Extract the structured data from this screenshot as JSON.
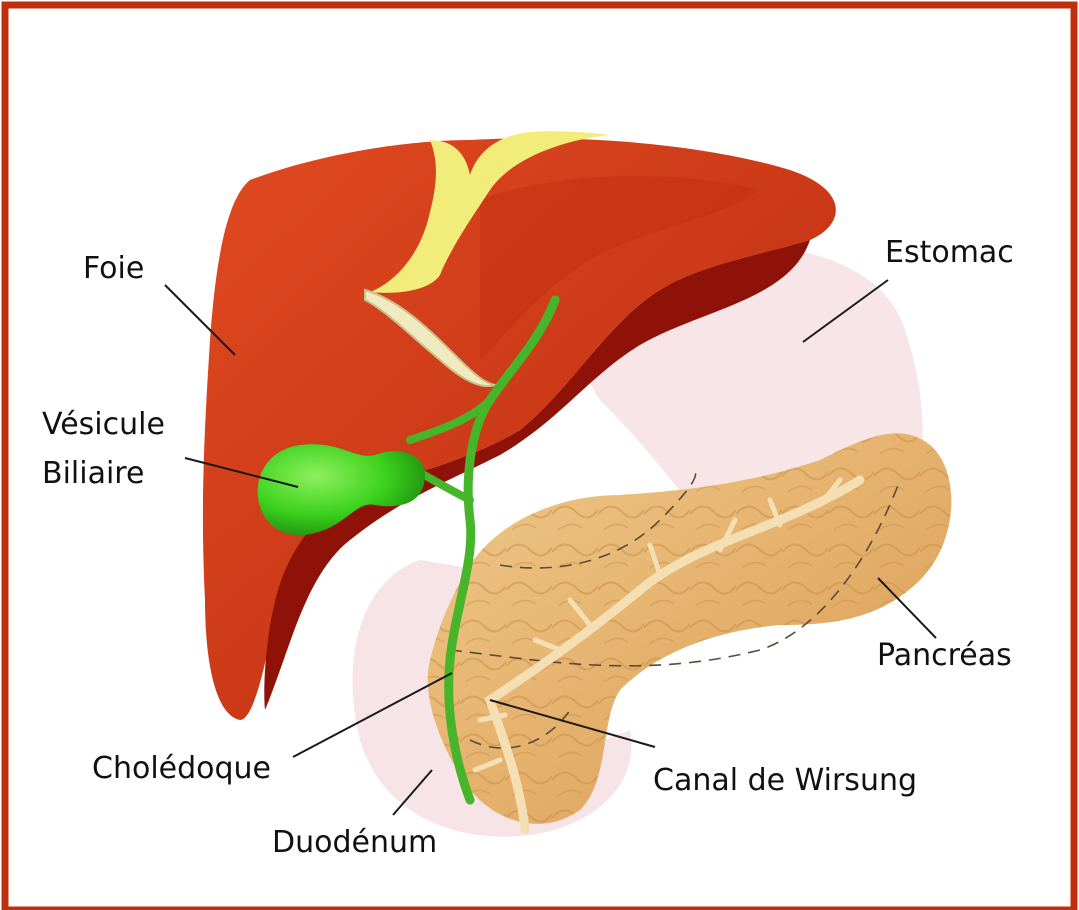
{
  "labels": {
    "foie": "Foie",
    "vesicule_line1": "Vésicule",
    "vesicule_line2": "Biliaire",
    "estomac": "Estomac",
    "pancreas": "Pancréas",
    "choledoque": "Cholédoque",
    "canal": "Canal de Wirsung",
    "duodenum": "Duodénum"
  },
  "colors": {
    "border": "#c0300f",
    "liver_light": "#d8401a",
    "liver_dark": "#8e1208",
    "ligament": "#f2ec7a",
    "gallbladder": "#3cd11e",
    "bile_duct": "#47b52a",
    "stomach": "#f6e1e4",
    "pancreas": "#e7b66b",
    "wirsung_duct": "#f4dfb4"
  },
  "icons": {
    "liver": "liver-organ-icon",
    "gallbladder": "gallbladder-organ-icon",
    "stomach": "stomach-organ-icon",
    "pancreas": "pancreas-organ-icon",
    "duodenum": "duodenum-organ-icon"
  }
}
